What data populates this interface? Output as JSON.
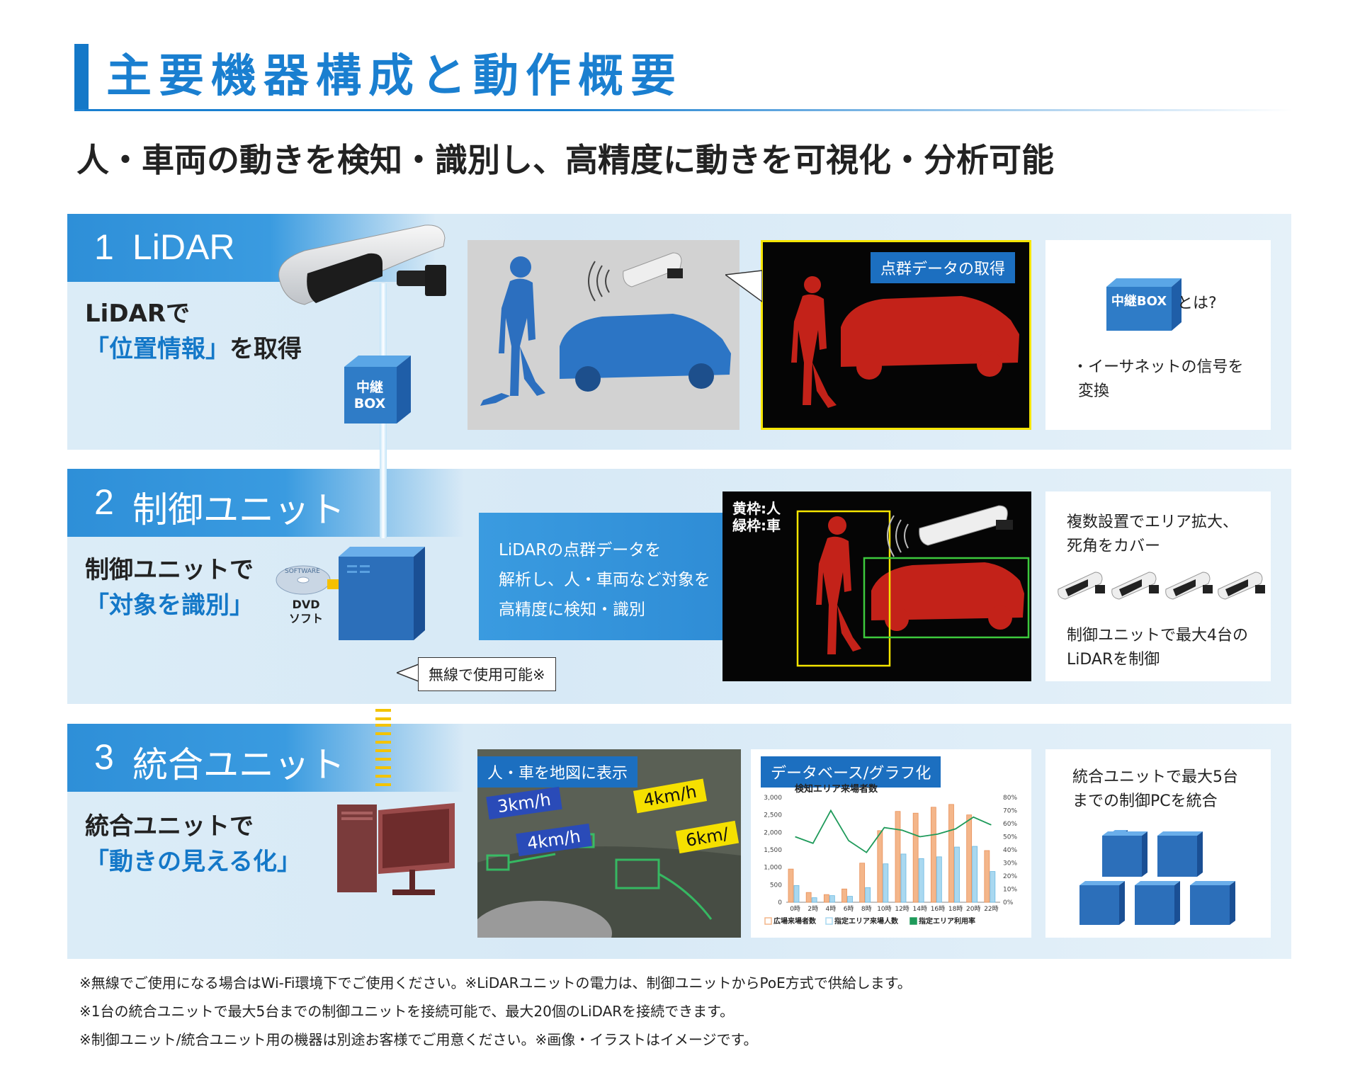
{
  "header": {
    "title": "主要機器構成と動作概要",
    "subtitle": "人・車両の動きを検知・識別し、高精度に動きを可視化・分析可能"
  },
  "sections": [
    {
      "number": "1",
      "name": "LiDAR",
      "desc_line1": "LiDARで",
      "desc_hl": "「位置情報」",
      "desc_tail": "を取得",
      "image_label": "点群データの取得",
      "relay_box": "中継BOX",
      "info_box_label": "中継BOX",
      "info_question": "とは?",
      "info_bullet_1": "・イーサネットの信号を",
      "info_bullet_2": "変換"
    },
    {
      "number": "2",
      "name": "制御ユニット",
      "desc_line1": "制御ユニットで",
      "desc_hl": "「対象を識別」",
      "dvd_line1": "DVD",
      "dvd_line2": "ソフト",
      "dvd_disc_text": "SOFTWARE",
      "analysis_1": "LiDARの点群データを",
      "analysis_2": "解析し、人・車両など対象を",
      "analysis_3": "高精度に検知・識別",
      "frame_legend_1": "黄枠:人",
      "frame_legend_2": "緑枠:車",
      "wireless_note": "無線で使用可能※",
      "info_1": "複数設置でエリア拡大、",
      "info_2": "死角をカバー",
      "info_3": "制御ユニットで最大4台の",
      "info_4": "LiDARを制御"
    },
    {
      "number": "3",
      "name": "統合ユニット",
      "desc_line1": "統合ユニットで",
      "desc_hl": "「動きの見える化」",
      "map_label": "人・車を地図に表示",
      "speed_1": "3km/h",
      "speed_2": "4km/h",
      "speed_3": "4km/h",
      "speed_4": "6km/",
      "graph_label": "データベース/グラフ化",
      "info_1": "統合ユニットで最大5台",
      "info_2": "までの制御PCを統合"
    }
  ],
  "chart_data": {
    "type": "bar",
    "title": "検知エリア来場者数",
    "categories": [
      "0時",
      "2時",
      "4時",
      "6時",
      "8時",
      "10時",
      "12時",
      "14時",
      "16時",
      "18時",
      "20時",
      "22時"
    ],
    "x_ticks": [
      "0時",
      "2時",
      "4時",
      "6時",
      "8時",
      "10時",
      "12時",
      "14時",
      "16時",
      "18時",
      "20時",
      "22時"
    ],
    "y_ticks_left": [
      "3,000",
      "2,500",
      "2,000",
      "1,500",
      "1,000",
      "500",
      "0"
    ],
    "y_ticks_right": [
      "80%",
      "70%",
      "60%",
      "50%",
      "40%",
      "30%",
      "20%",
      "10%",
      "0%"
    ],
    "ylim_left": [
      0,
      3000
    ],
    "ylim_right": [
      0,
      80
    ],
    "series": [
      {
        "name": "広場来場者数",
        "kind": "bar",
        "color": "#f4b68a",
        "values": [
          950,
          280,
          220,
          380,
          1120,
          2050,
          2600,
          2550,
          2720,
          2800,
          2500,
          1480
        ]
      },
      {
        "name": "指定エリア来場人数",
        "kind": "bar",
        "color": "#a9d8f0",
        "values": [
          480,
          130,
          190,
          170,
          420,
          1100,
          1380,
          1250,
          1300,
          1580,
          1600,
          880
        ]
      },
      {
        "name": "指定エリア利用率",
        "kind": "line",
        "color": "#1e9a5a",
        "values": [
          50,
          45,
          70,
          47,
          38,
          57,
          55,
          50,
          52,
          56,
          65,
          59
        ]
      }
    ],
    "legend_position": "bottom"
  },
  "footnotes": [
    "※無線でご使用になる場合はWi-Fi環境下でご使用ください。※LiDARユニットの電力は、制御ユニットからPoE方式で供給します。",
    "※1台の統合ユニットで最大5台までの制御ユニットを接続可能で、最大20個のLiDARを接続できます。",
    "※制御ユニット/統合ユニット用の機器は別途お客様でご用意ください。※画像・イラストはイメージです。"
  ],
  "colors": {
    "accent": "#1a7fd0",
    "tab_blue": "#2e8fd8",
    "row_bg": "#dbecf7",
    "point_cloud_red": "#d8261c",
    "person_frame": "#f5e500",
    "car_frame": "#3dc93d"
  }
}
